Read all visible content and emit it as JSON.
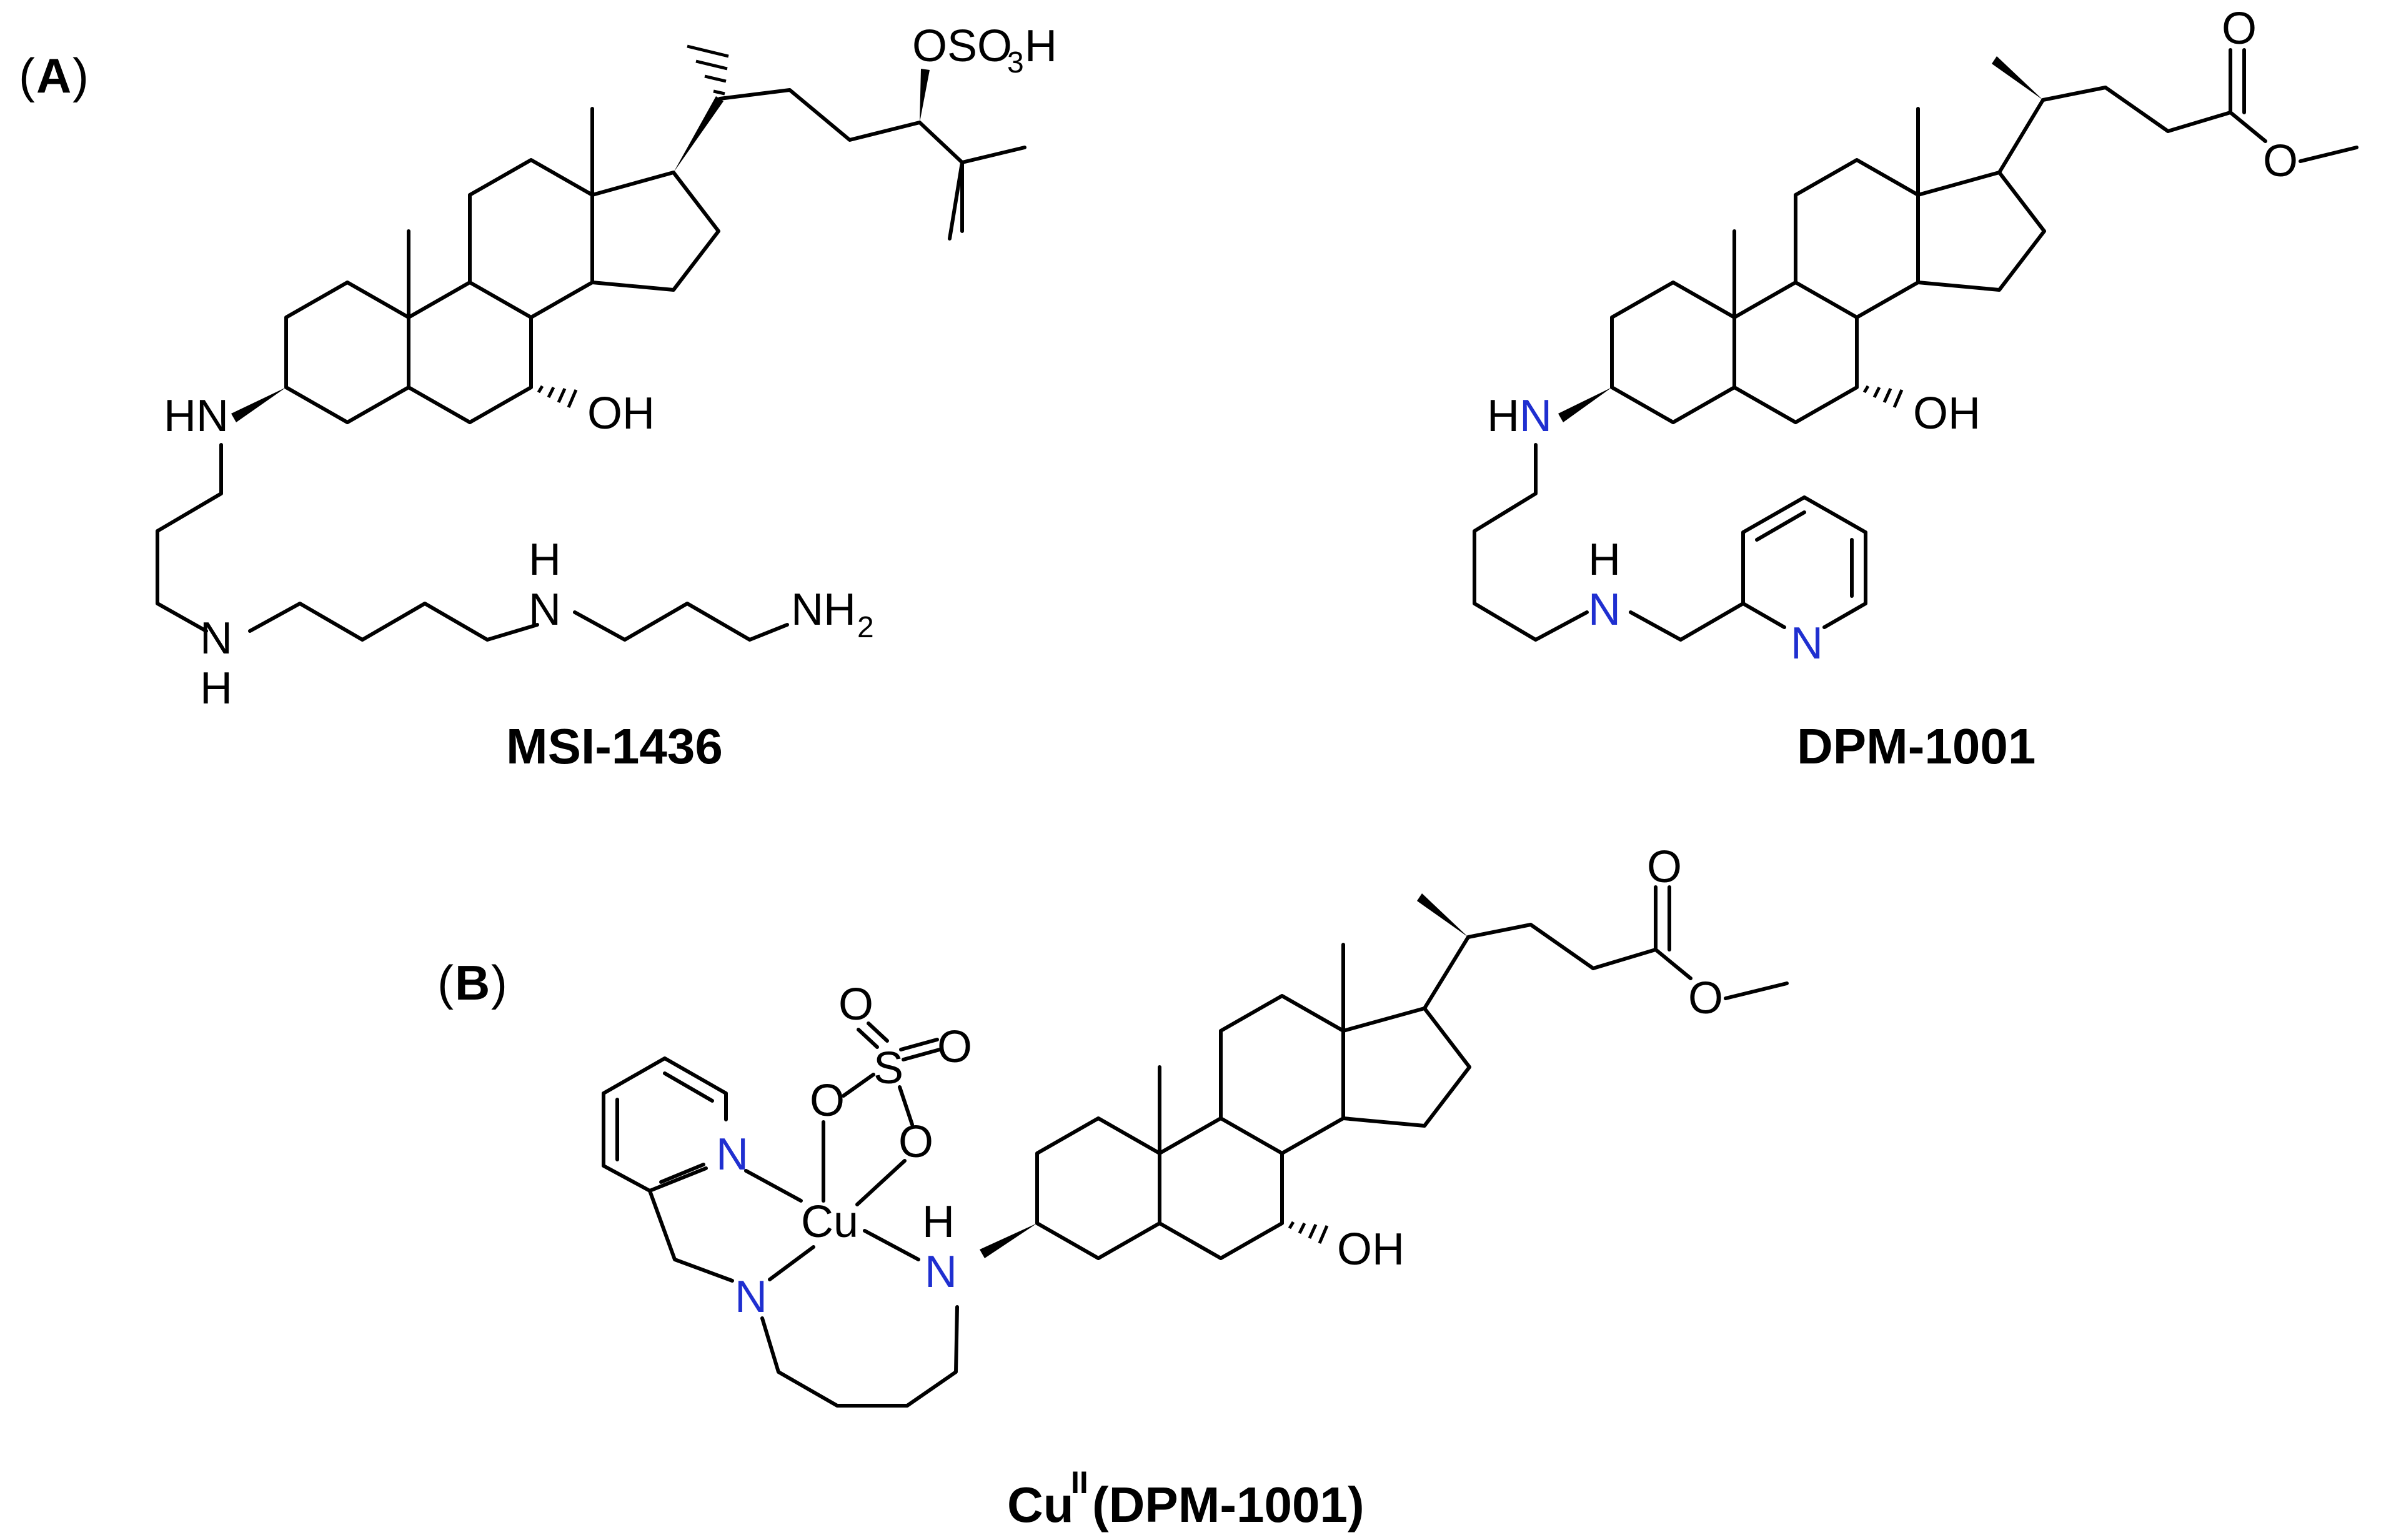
{
  "panels": {
    "a": {
      "open": "(",
      "letter": "A",
      "close": ")"
    },
    "b": {
      "open": "(",
      "letter": "B",
      "close": ")"
    }
  },
  "compounds": {
    "msi": {
      "name": "MSI-1436",
      "labels": {
        "sulfate": "OSO",
        "sulfate_sub": "3",
        "sulfate_h": "H",
        "hydroxyl": "OH",
        "amine_1": "HN",
        "amine_2": "N",
        "amine_2_h": "H",
        "amine_3_h": "H",
        "amine_3": "N",
        "terminal_amine": "NH",
        "terminal_amine_sub": "2"
      }
    },
    "dpm": {
      "name": "DPM-1001",
      "labels": {
        "amine_1_h": "H",
        "amine_1_n": "N",
        "hydroxyl": "OH",
        "amine_2_h": "H",
        "amine_2_n": "N",
        "pyridine_n": "N",
        "carbonyl_o": "O",
        "ester_o": "O"
      }
    },
    "cu": {
      "name_main": "Cu",
      "name_sup": "II",
      "name_rest": "(DPM-1001)",
      "labels": {
        "sulfate_o_top": "O",
        "sulfate_o_right": "O",
        "sulfur": "S",
        "sulfate_o_left": "O",
        "sulfate_o_bottom": "O",
        "pyridine_n": "N",
        "copper": "Cu",
        "amine_h": "H",
        "amine_n": "N",
        "tertiary_n": "N",
        "hydroxyl": "OH",
        "carbonyl_o": "O",
        "ester_o": "O"
      }
    }
  },
  "colors": {
    "bond": "#000000",
    "heteroatom_nitrogen": "#1f2fd0",
    "background": "#ffffff"
  }
}
